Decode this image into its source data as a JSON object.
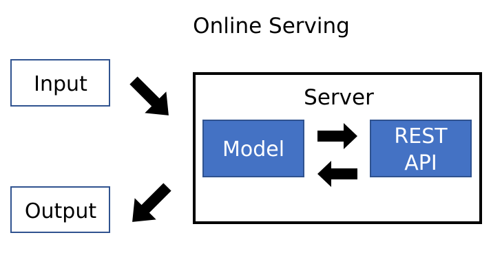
{
  "title": "Online Serving",
  "nodes": {
    "input": "Input",
    "output": "Output",
    "server": "Server",
    "model": "Model",
    "rest_api": {
      "line1": "REST",
      "line2": "API"
    }
  },
  "colors": {
    "accent_blue": "#4472C4",
    "accent_border": "#2F528F",
    "outline_blue": "#2F528F",
    "arrow": "#000000",
    "text_dark": "#000000",
    "text_light": "#FFFFFF"
  }
}
